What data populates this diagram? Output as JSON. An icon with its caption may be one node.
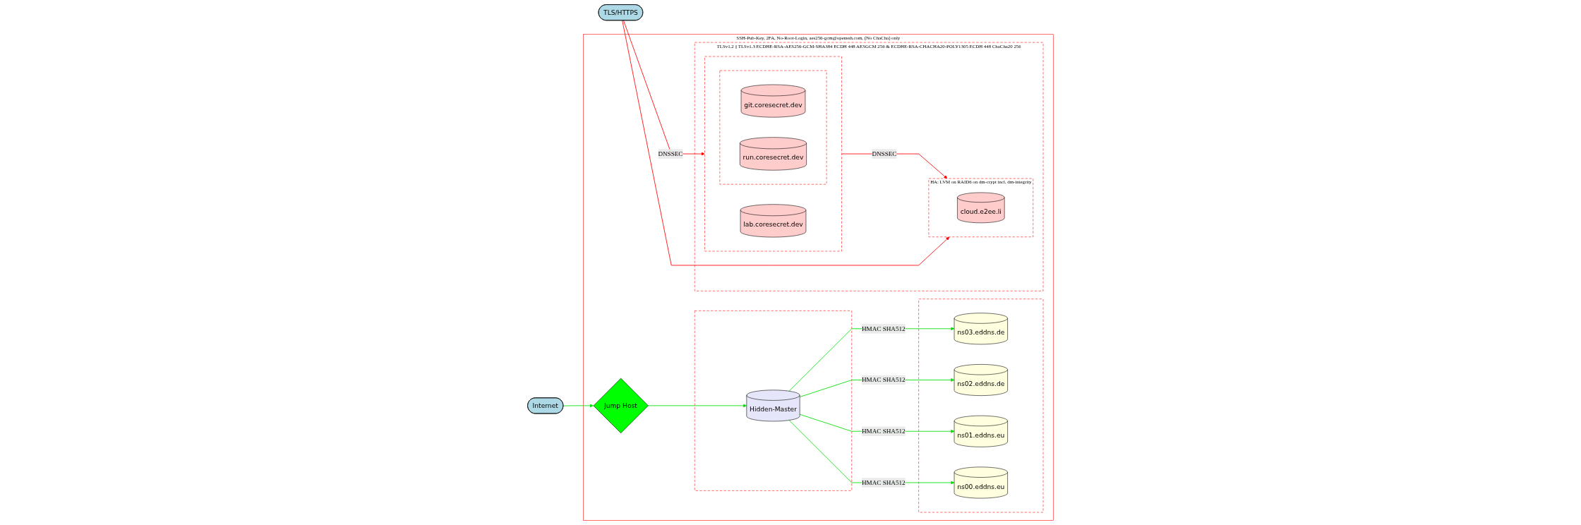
{
  "diagram": {
    "nodes": [
      {
        "text": [
          "Internet"
        ]
      },
      {
        "text": [
          "SSH-Pub-Key, 2FA, No-Root-Login, aes256-gcm@openssh.com, (No ChaCha) only"
        ]
      },
      {
        "text": [
          "Jump Host"
        ],
        "in": 1
      },
      {
        "text": [],
        "shape": "box",
        "in": 1
      },
      {
        "text": [
          "Hidden-Master"
        ],
        "in": 3
      },
      {
        "text": [],
        "shape": "box",
        "in": 1
      },
      {
        "text": [
          "ns03.eddns.de"
        ],
        "in": 5
      },
      {
        "text": [
          "ns02.eddns.de"
        ],
        "in": 5
      },
      {
        "text": [
          "ns01.eddns.eu"
        ],
        "in": 5
      },
      {
        "text": [
          "ns00.eddns.eu"
        ],
        "in": 5
      },
      {
        "text": [
          "TLSv1.2 || TLSv1.3 ECDHE-RSA-AES256-GCM-SHA384 ECDH 448 AESGCM 256 & ECDHE-RSA-CHACHA20-POLY1305 ECDH 448 ChaCha20 256"
        ],
        "in": 1
      },
      {
        "text": [],
        "shape": "box",
        "in": 10
      },
      {
        "text": [],
        "shape": "box",
        "in": 11
      },
      {
        "text": [
          "git.coresecret.dev"
        ],
        "in": 12
      },
      {
        "text": [
          "run.coresecret.dev"
        ],
        "in": 12
      },
      {
        "text": [
          "lab.coresecret.dev"
        ],
        "in": 11
      },
      {
        "text": [
          "HA: LVM on RAID6 on dm-crypt incl. dm-integrity"
        ],
        "in": 10
      },
      {
        "text": [
          "cloud.e2ee.li"
        ],
        "in": 16
      },
      {
        "text": [
          "TLS/HTTPS"
        ]
      }
    ],
    "edges": [
      {
        "from": 0,
        "to": 2,
        "arrow": "to"
      },
      {
        "from": 2,
        "to": 4,
        "arrow": "to"
      },
      {
        "from": 4,
        "to": 6,
        "arrow": "to",
        "label": "HMAC SHA512"
      },
      {
        "from": 4,
        "to": 7,
        "arrow": "to",
        "label": "HMAC SHA512"
      },
      {
        "from": 4,
        "to": 8,
        "arrow": "to",
        "label": "HMAC SHA512"
      },
      {
        "from": 4,
        "to": 9,
        "arrow": "to",
        "label": "HMAC SHA512"
      },
      {
        "from": 18,
        "to": 11,
        "arrow": "to",
        "label": "DNSSEC",
        "color": "#ff0000"
      },
      {
        "from": 11,
        "to": 16,
        "arrow": "to",
        "label": "DNSSEC",
        "color": "#ff0000"
      },
      {
        "from": 18,
        "to": 16,
        "arrow": "to",
        "color": "#ff0000"
      }
    ]
  }
}
